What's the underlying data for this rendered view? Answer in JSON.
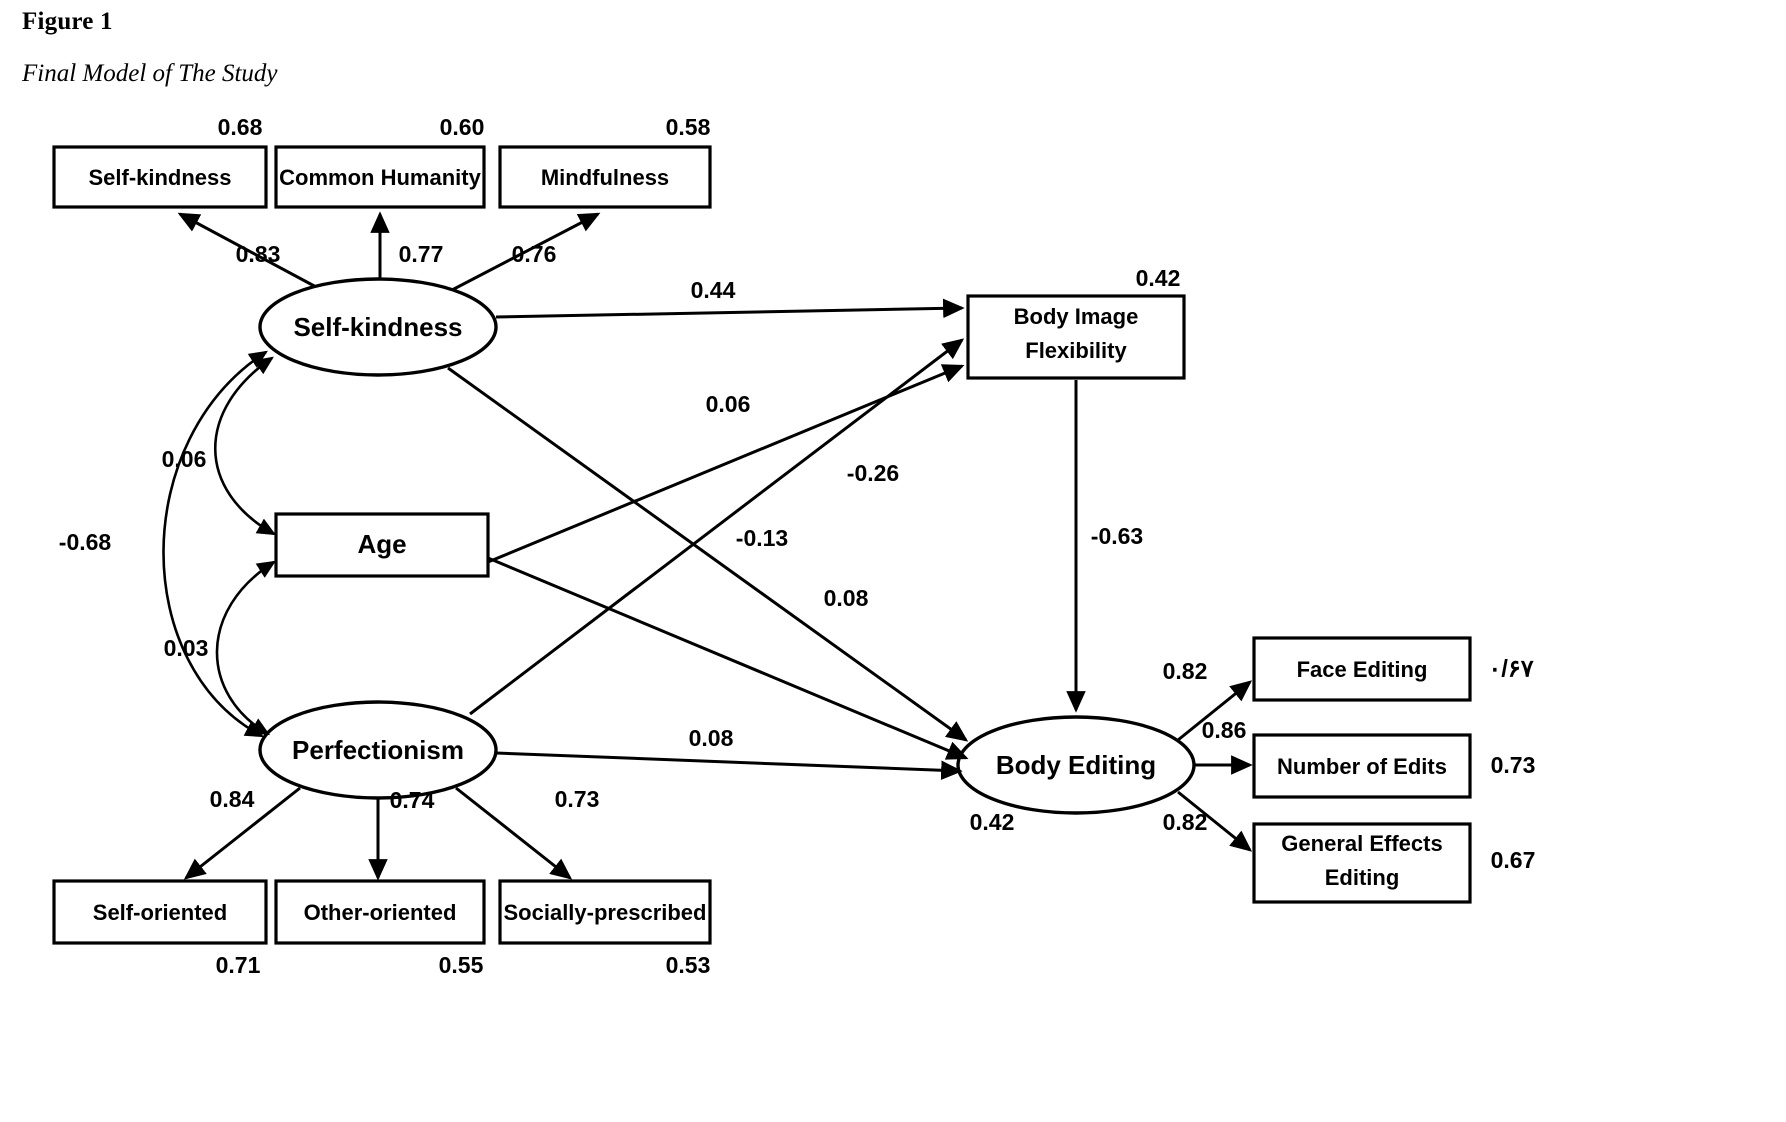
{
  "figure": {
    "title": "Figure 1",
    "subtitle": "Final Model of The Study"
  },
  "nodes": {
    "self_kindness_ind": "Self-kindness",
    "common_humanity_ind": "Common Humanity",
    "mindfulness_ind": "Mindfulness",
    "self_kindness_latent": "Self-kindness",
    "age": "Age",
    "perfectionism": "Perfectionism",
    "body_image_flexibility_l1": "Body Image",
    "body_image_flexibility_l2": "Flexibility",
    "body_editing": "Body Editing",
    "self_oriented": "Self-oriented",
    "other_oriented": "Other-oriented",
    "socially_prescribed": "Socially-prescribed",
    "face_editing": "Face Editing",
    "number_of_edits": "Number of Edits",
    "general_effects_l1": "General Effects",
    "general_effects_l2": "Editing"
  },
  "r2": {
    "self_kindness_ind": "0.68",
    "common_humanity_ind": "0.60",
    "mindfulness_ind": "0.58",
    "body_image_flexibility": "0.42",
    "self_oriented": "0.71",
    "other_oriented": "0.55",
    "socially_prescribed": "0.53",
    "body_editing": "0.42",
    "face_editing": "٠/۶۷",
    "number_of_edits": "0.73",
    "general_effects_editing": "0.67"
  },
  "loadings": {
    "sk_to_self_kindness": "0.83",
    "sk_to_common_humanity": "0.77",
    "sk_to_mindfulness": "0.76",
    "perf_to_self_oriented": "0.84",
    "perf_to_other_oriented": "0.74",
    "perf_to_socially_prescribed": "0.73",
    "be_to_face_editing": "0.82",
    "be_to_number_of_edits": "0.86",
    "be_to_general_effects": "0.82"
  },
  "paths": {
    "sk_to_bif": "0.44",
    "perf_to_bif": "0.06",
    "sk_to_be": "-0.26",
    "age_to_be": "0.08",
    "age_to_bif": "-0.13",
    "perf_to_be": "0.08",
    "bif_to_be": "-0.63"
  },
  "covariances": {
    "sk_age": "0.06",
    "sk_perf": "-0.68",
    "age_perf": "0.03"
  },
  "colors": {
    "stroke": "#000000",
    "fill": "#ffffff",
    "text": "#000000"
  }
}
